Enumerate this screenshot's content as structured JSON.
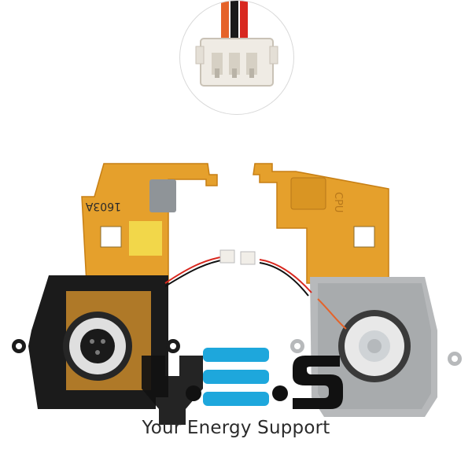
{
  "product": {
    "label_code": "1603A",
    "cpu_label": "CPU"
  },
  "brand": {
    "logo_letters": "Y.E.S",
    "tagline": "Your Energy Support",
    "accent_color": "#1ea7dc",
    "dark_color": "#111111"
  },
  "icons": {
    "connector": "connector-closeup-icon",
    "fan_left": "fan-assembly-left",
    "fan_right": "fan-assembly-right"
  }
}
